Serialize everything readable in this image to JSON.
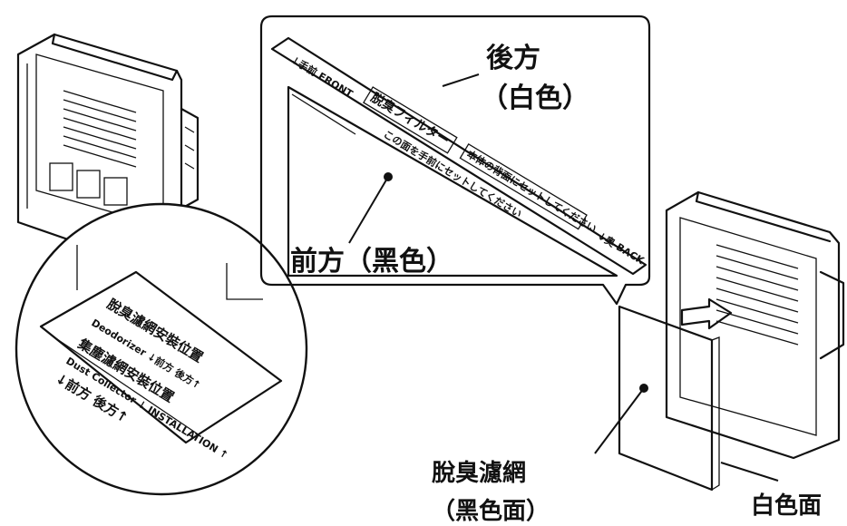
{
  "callout": {
    "front_edge_label": "↓手前 FRONT",
    "back_edge_label": "↓奥 BACK",
    "filter_name_tag": "脱臭フィルター",
    "instruction_box": "本体の背面にセットしてください",
    "instruction_line2": "この面を手前にセットしてください",
    "back_label_line1": "後方",
    "back_label_line2": "（白色）",
    "front_label": "前方（黑色）"
  },
  "magnifier": {
    "line1": "脫臭濾網安裝位置",
    "line1_sub": "Deodorizer  ↓前方  後方↑",
    "line2": "集塵濾網安裝位置",
    "line2_sub": "Dust Collector  ↓ INSTALLATION ↑",
    "line3": "↓前方  後方↑"
  },
  "filter": {
    "name_line1": "脫臭濾網",
    "name_line2": "（黑色面）",
    "white_side_label": "白色面"
  }
}
